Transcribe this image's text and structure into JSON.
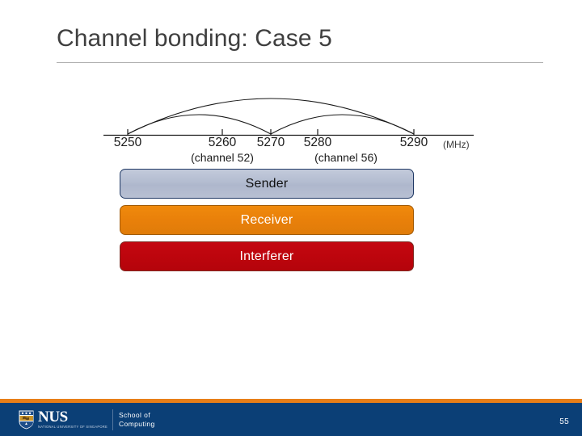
{
  "slide": {
    "title": "Channel bonding: Case 5",
    "page_number": "55"
  },
  "chart_data": {
    "type": "line",
    "title": "",
    "xlabel": "",
    "ylabel": "",
    "unit_label": "(MHz)",
    "xlim": [
      5245,
      5295
    ],
    "grid": false,
    "legend_position": "below",
    "axis_ticks": [
      {
        "value": 5250,
        "label": "5250",
        "channel": ""
      },
      {
        "value": 5260,
        "label": "5260",
        "channel": "(channel 52)"
      },
      {
        "value": 5270,
        "label": "5270",
        "channel": ""
      },
      {
        "value": 5280,
        "label": "5280",
        "channel": "(channel 56)"
      },
      {
        "value": 5290,
        "label": "5290",
        "channel": ""
      }
    ],
    "arcs": [
      {
        "name": "wide-40mhz-arc",
        "start": 5250,
        "end": 5290,
        "width_mhz": 40,
        "height": 1.0
      },
      {
        "name": "lower-20mhz-arc",
        "start": 5250,
        "end": 5270,
        "width_mhz": 20,
        "height": 0.55
      },
      {
        "name": "upper-20mhz-arc",
        "start": 5270,
        "end": 5290,
        "width_mhz": 20,
        "height": 0.55
      }
    ],
    "legend": [
      {
        "name": "sender",
        "label": "Sender",
        "color": "#b3bcd0",
        "border": "#1f3864",
        "text_color": "#101010"
      },
      {
        "name": "receiver",
        "label": "Receiver",
        "color": "#e9800a",
        "border": "#a05a06",
        "text_color": "#ffffff"
      },
      {
        "name": "interferer",
        "label": "Interferer",
        "color": "#bd050d",
        "border": "#7d2b22",
        "text_color": "#ffffff"
      }
    ]
  },
  "footer": {
    "brand_mark": "NUS",
    "brand_tagline": "NATIONAL UNIVERSITY OF SINGAPORE",
    "unit_line1": "School of",
    "unit_line2": "Computing",
    "stripe_color": "#e87e18",
    "bar_color": "#0b3f76"
  }
}
